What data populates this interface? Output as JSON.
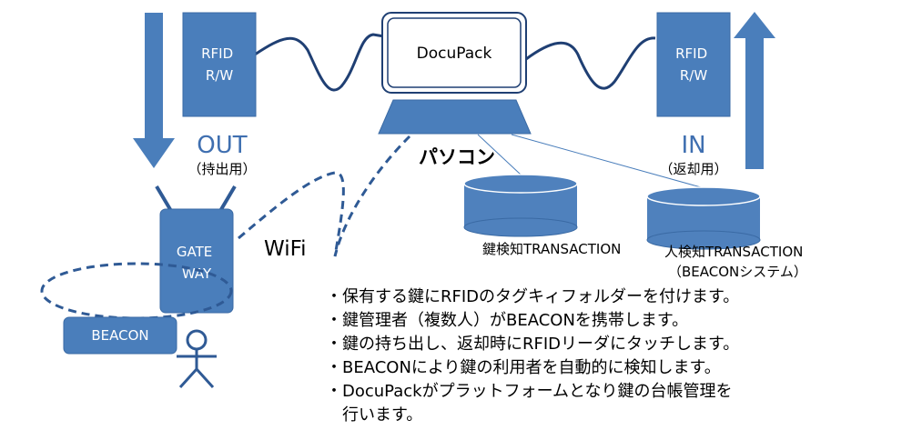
{
  "nodes": {
    "rfid_out": "RFID\nR/W",
    "rfid_in": "RFID\nR/W",
    "docupack": "DocuPack",
    "pc_label": "パソコン",
    "gateway_line1": "GATE",
    "gateway_line2": "WAY",
    "beacon": "BEACON",
    "wifi": "WiFi"
  },
  "labels": {
    "out": "OUT",
    "out_sub": "（持出用）",
    "in": "IN",
    "in_sub": "（返却用）"
  },
  "databases": {
    "key_tx": "鍵検知TRANSACTION",
    "person_tx": "人検知TRANSACTION",
    "person_tx_sub": "（BEACONシステム）"
  },
  "bullets": [
    "・保有する鍵にRFIDのタグキィフォルダーを付けます。",
    "・鍵管理者（複数人）がBEACONを携帯します。",
    "・鍵の持ち出し、返却時にRFIDリーダにタッチします。",
    "・BEACONにより鍵の利用者を自動的に検知します。",
    "・DocuPackがプラットフォームとなり鍵の台帳管理を"
  ],
  "bullet_continuation": "行います。",
  "colors": {
    "box_fill": "#4a7ebb",
    "box_stroke": "#3a6aa4",
    "accent_text": "#3f6fb0",
    "line": "#1f3f73",
    "db_fill": "#4f81bd"
  }
}
